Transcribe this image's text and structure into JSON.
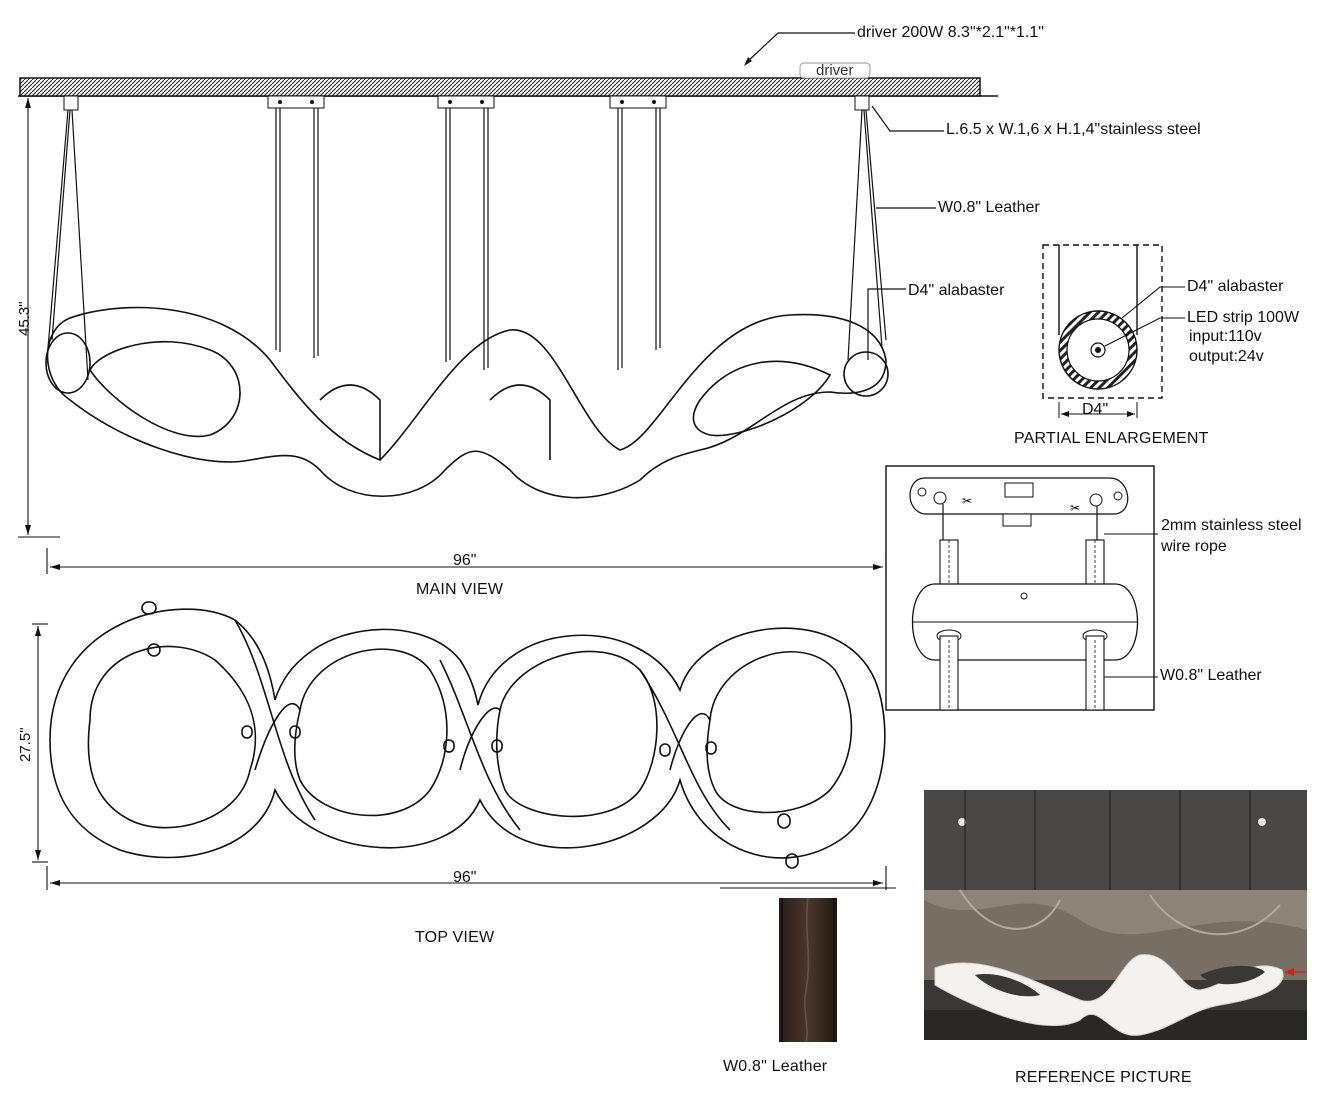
{
  "callouts": {
    "driver": "driver 200W  8.3\"*2.1\"*1.1\"",
    "driver_box": "driver",
    "plate": "L.6.5 x W.1,6 x H.1,4\"stainless steel",
    "leather_main": "W0.8\" Leather",
    "alabaster_main": "D4\" alabaster"
  },
  "dimensions": {
    "height": "45.3\"",
    "width_main": "96\"",
    "depth_top": "27.5\"",
    "width_top": "96\""
  },
  "captions": {
    "main_view": "MAIN VIEW",
    "top_view": "TOP VIEW",
    "partial": "PARTIAL ENLARGEMENT",
    "reference": "REFERENCE PICTURE",
    "leather_swatch": "W0.8\" Leather"
  },
  "enlargement": {
    "alabaster": "D4\" alabaster",
    "led_strip": "LED strip 100W",
    "input": "input:110v",
    "output": "output:24v",
    "diameter": "D4\""
  },
  "mount_detail": {
    "wire_rope_line1": "2mm stainless steel",
    "wire_rope_line2": "wire rope",
    "leather": "W0.8\" Leather"
  },
  "colors": {
    "line": "#111111",
    "leather": "#3a2a22",
    "photo_bg": "#2b2a28",
    "arrow_red": "#d42020"
  }
}
